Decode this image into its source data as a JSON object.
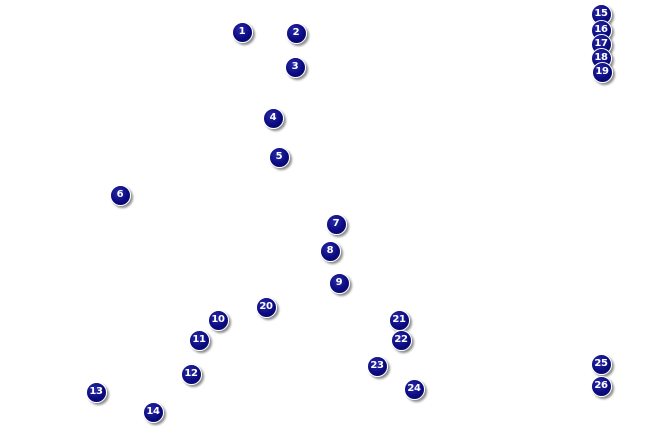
{
  "colors": {
    "background": "#ffffff",
    "marker_fill": "#0b0b80",
    "marker_border": "#ffffff",
    "marker_text": "#ffffff"
  },
  "icon": "numbered-circle-marker",
  "markers": [
    {
      "label": "1"
    },
    {
      "label": "2"
    },
    {
      "label": "3"
    },
    {
      "label": "4"
    },
    {
      "label": "5"
    },
    {
      "label": "6"
    },
    {
      "label": "7"
    },
    {
      "label": "8"
    },
    {
      "label": "9"
    },
    {
      "label": "10"
    },
    {
      "label": "11"
    },
    {
      "label": "12"
    },
    {
      "label": "13"
    },
    {
      "label": "14"
    },
    {
      "label": "15"
    },
    {
      "label": "16"
    },
    {
      "label": "17"
    },
    {
      "label": "18"
    },
    {
      "label": "19"
    },
    {
      "label": "20"
    },
    {
      "label": "21"
    },
    {
      "label": "22"
    },
    {
      "label": "23"
    },
    {
      "label": "24"
    },
    {
      "label": "25"
    },
    {
      "label": "26"
    }
  ]
}
